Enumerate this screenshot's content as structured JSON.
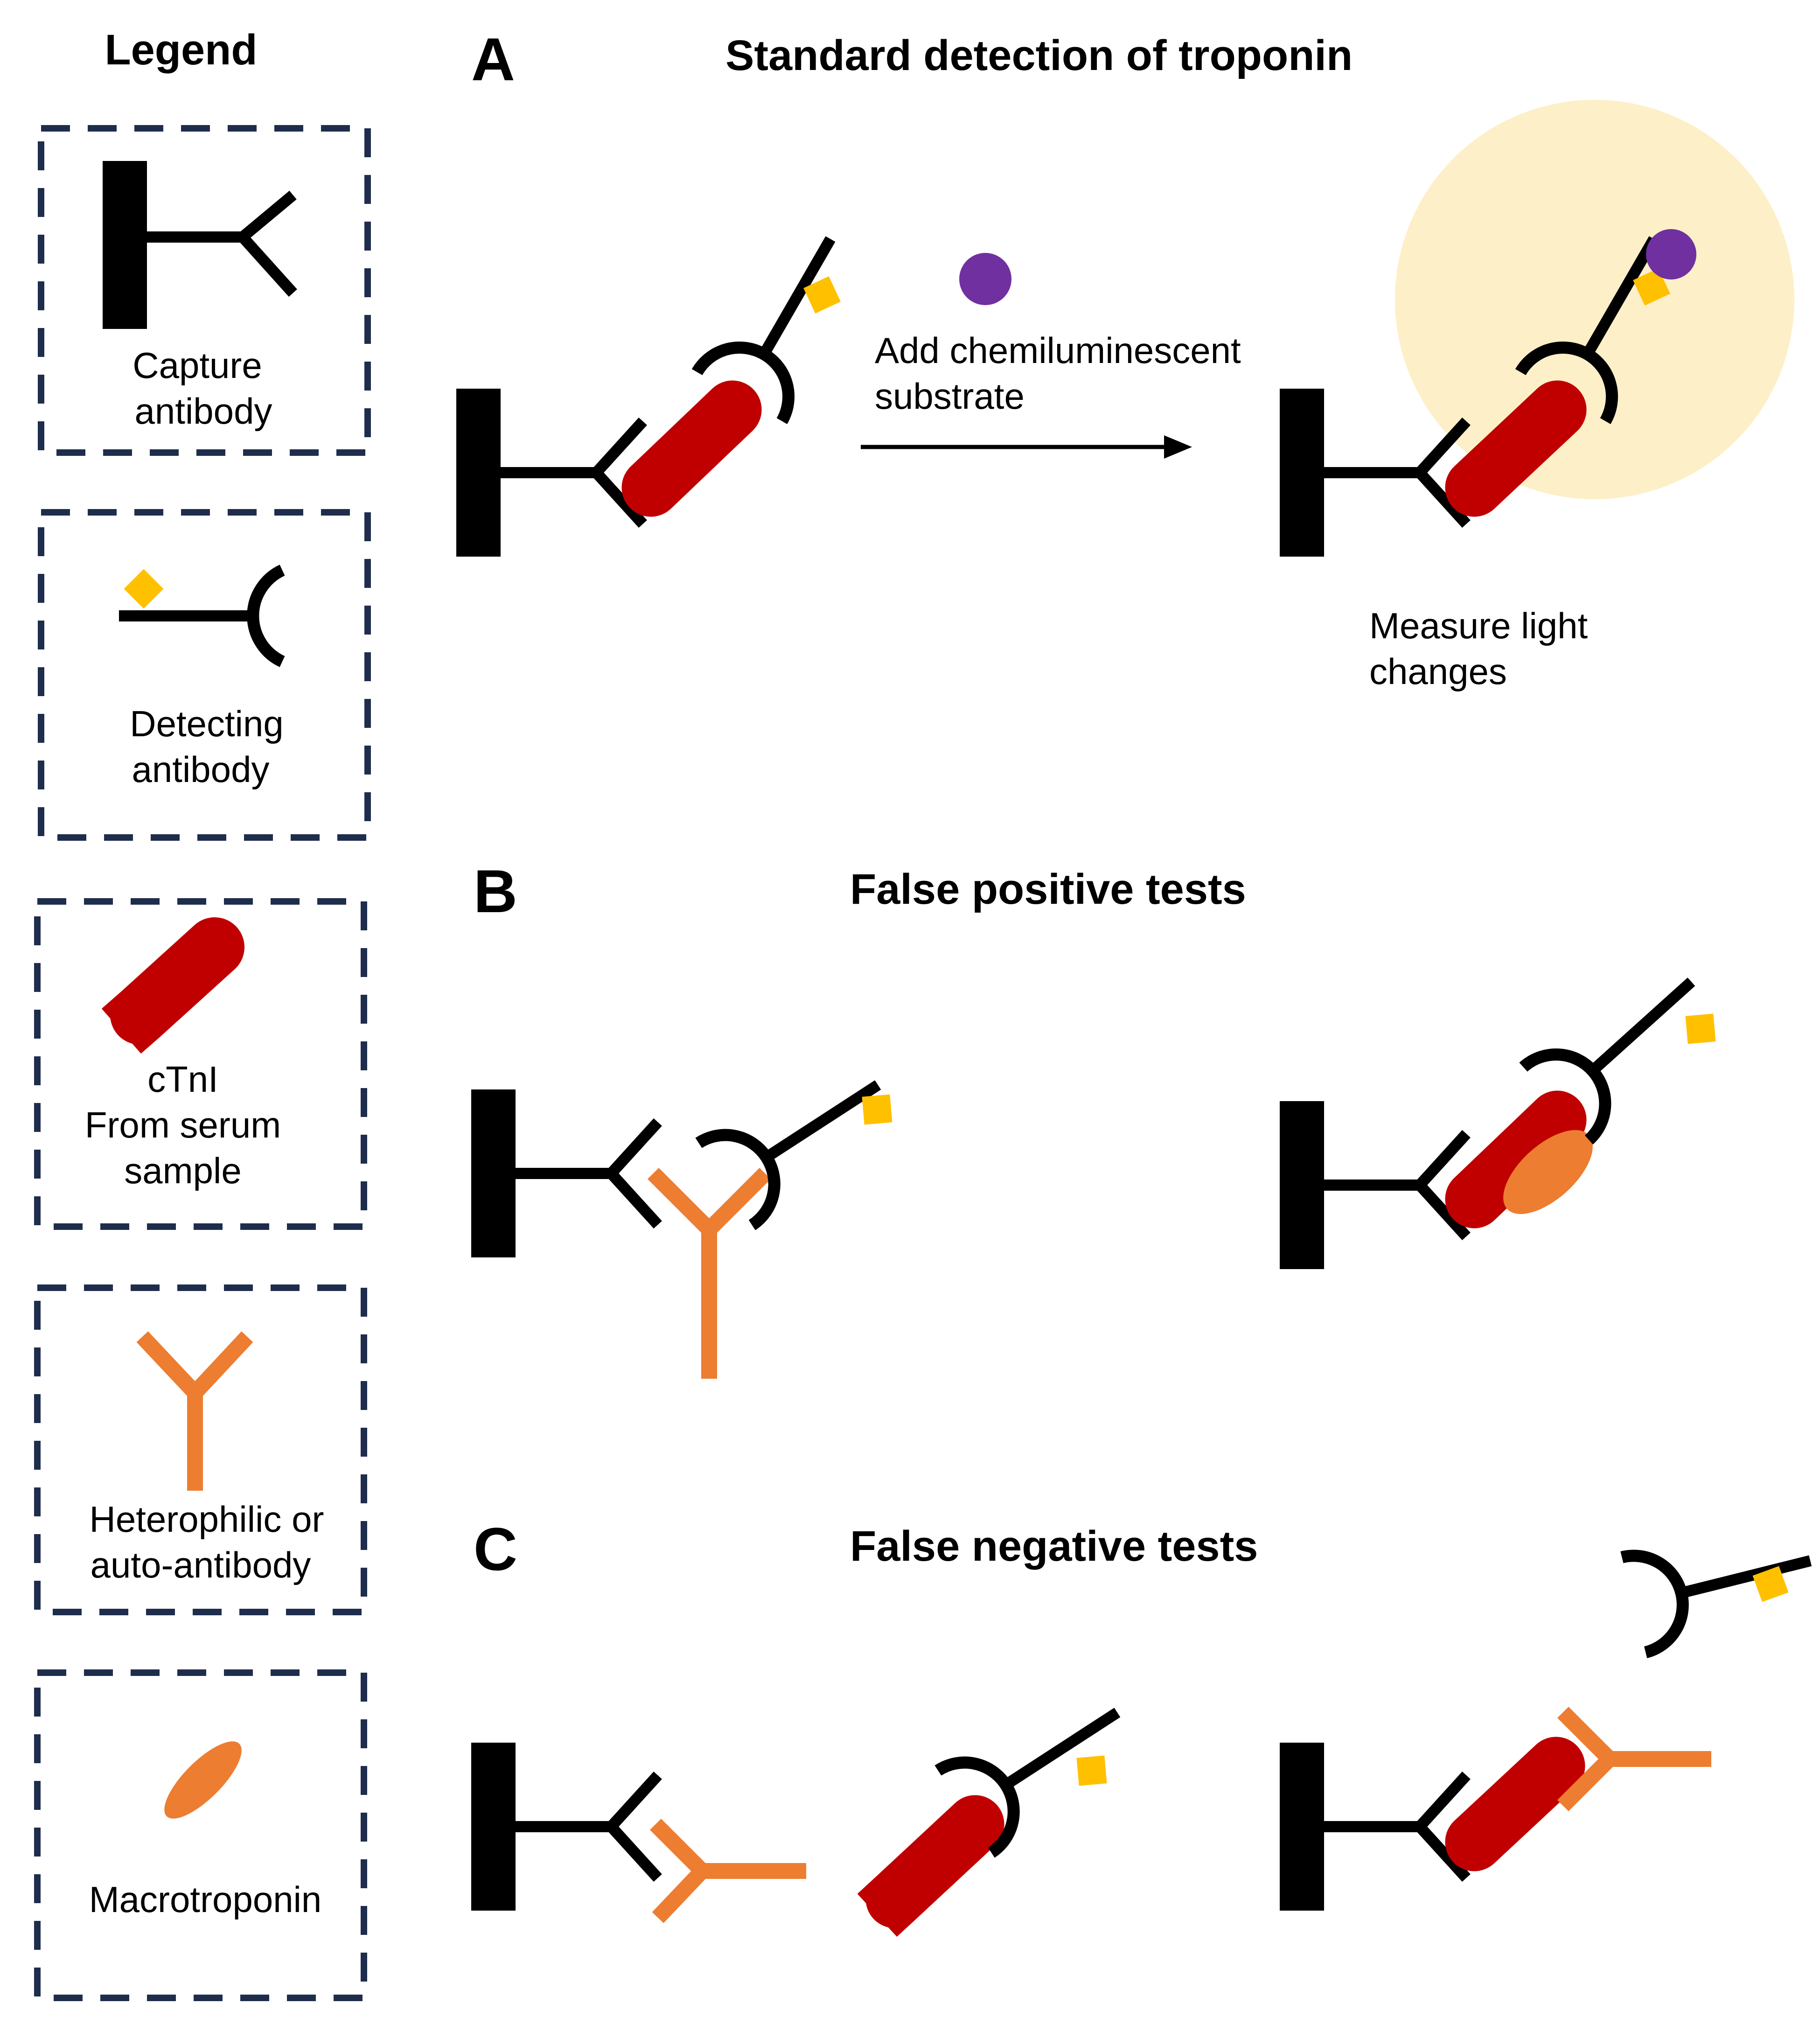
{
  "colors": {
    "antibody": "#000000",
    "troponin": "#c00000",
    "interferent": "#ed7d31",
    "label": "#ffc000",
    "substrate": "#7030a0",
    "glow": "#fdefc7",
    "legend_border": "#1f2d4d"
  },
  "legend": {
    "title": "Legend",
    "items": [
      {
        "icon": "capture-antibody-icon",
        "lines": [
          "Capture",
          "antibody"
        ]
      },
      {
        "icon": "detecting-antibody-icon",
        "lines": [
          "Detecting",
          "antibody"
        ]
      },
      {
        "icon": "ctni-icon",
        "lines": [
          "cTnI",
          "From serum",
          "sample"
        ]
      },
      {
        "icon": "heterophilic-antibody-icon",
        "lines": [
          "Heterophilic or",
          "auto-antibody"
        ]
      },
      {
        "icon": "macrotroponin-icon",
        "lines": [
          "Macrotroponin"
        ]
      }
    ]
  },
  "panel_a": {
    "letter": "A",
    "title": "Standard detection of troponin",
    "step_lines": [
      "Add chemiluminescent",
      "substrate"
    ],
    "result_lines": [
      "Measure light",
      "changes"
    ]
  },
  "panel_b": {
    "letter": "B",
    "title": "False positive tests"
  },
  "panel_c": {
    "letter": "C",
    "title": "False negative tests"
  }
}
